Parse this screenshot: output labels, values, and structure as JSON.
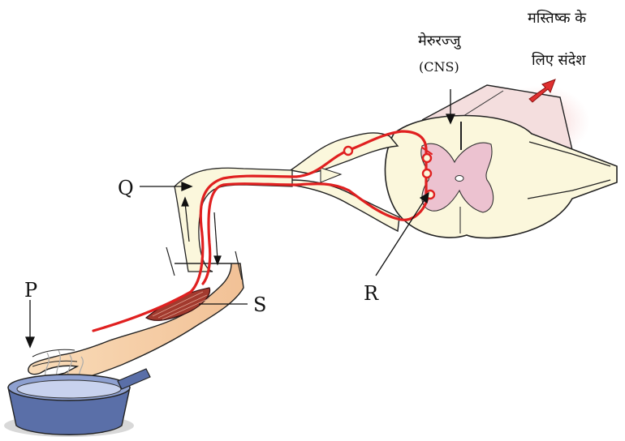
{
  "labels": {
    "P": "P",
    "Q": "Q",
    "R": "R",
    "S": "S"
  },
  "spinal_cord": {
    "name": "मेरुरज्जु",
    "abbr": "(CNS)"
  },
  "brain_message": {
    "line1": "मस्तिष्क के",
    "line2": "लिए संदेश"
  },
  "colors": {
    "nerve": "#e02020",
    "arrow": "#e03030",
    "skin": "#f7d6b0",
    "grey_matter": "#ecc2d0",
    "white_matter": "#fbf7dc",
    "pan": "#5a6fa8"
  }
}
